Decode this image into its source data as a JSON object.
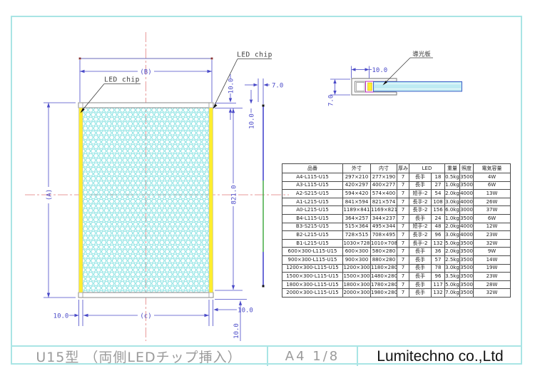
{
  "title_block": {
    "title": "U15型 （両側LEDチップ挿入）",
    "sheet": "A4 1/8",
    "company": "Lumitechno co.,Ltd"
  },
  "labels": {
    "led_chip_left": "LED chip",
    "led_chip_right": "LED chip",
    "light_guide_plate": "導光板"
  },
  "dims": {
    "b_label": "(B)",
    "a_label": "(A)",
    "c_label": "(c)",
    "inner_height": "821.0",
    "top_margin": "10.0",
    "side_margin": "10.0",
    "bottom_left_margin": "10.0",
    "bottom_right_margin": "10.0",
    "bottom_right_vertical": "10.0",
    "panel_thickness": "7.0",
    "detail_width": "10.0",
    "detail_thickness": "7.0"
  },
  "table": {
    "headers": [
      "品番",
      "外寸",
      "内寸",
      "厚み",
      "LED",
      "重量",
      "照度",
      "電気容量"
    ],
    "rows": [
      [
        "A4-L115-U15",
        "297×210",
        "277×190",
        "7",
        "長手",
        "18",
        "0.5kg",
        "3500",
        "4W"
      ],
      [
        "A3-L115-U15",
        "420×297",
        "400×277",
        "7",
        "長手",
        "27",
        "1.0kg",
        "3500",
        "6W"
      ],
      [
        "A2-S215-U15",
        "594×420",
        "574×400",
        "7",
        "短手-2",
        "54",
        "2.0kg",
        "4000",
        "13W"
      ],
      [
        "A1-L215-U15",
        "841×594",
        "821×574",
        "7",
        "長手-2",
        "108",
        "3.0kg",
        "4000",
        "26W"
      ],
      [
        "A0-L215-U15",
        "1189×841",
        "1169×821",
        "7",
        "長手-2",
        "156",
        "6.0kg",
        "3000",
        "37W"
      ],
      [
        "B4-L115-U15",
        "364×257",
        "344×237",
        "7",
        "長手",
        "24",
        "1.0kg",
        "3500",
        "6W"
      ],
      [
        "B3-S215-U15",
        "515×364",
        "495×344",
        "7",
        "短手-2",
        "48",
        "2.0kg",
        "4000",
        "12W"
      ],
      [
        "B2-L215-U15",
        "728×515",
        "708×495",
        "7",
        "長手-2",
        "96",
        "3.0kg",
        "4000",
        "23W"
      ],
      [
        "B1-L215-U15",
        "1030×728",
        "1010×708",
        "7",
        "長手-2",
        "132",
        "5.0kg",
        "3500",
        "32W"
      ],
      [
        "600×300-L115-U15",
        "600×300",
        "580×280",
        "7",
        "長手",
        "36",
        "2.0kg",
        "3500",
        "9W"
      ],
      [
        "900×300-L115-U15",
        "900×300",
        "880×280",
        "7",
        "長手",
        "57",
        "2.5kg",
        "3500",
        "14W"
      ],
      [
        "1200×300-L115-U15",
        "1200×300",
        "1180×280",
        "7",
        "長手",
        "78",
        "3.0kg",
        "3500",
        "19W"
      ],
      [
        "1500×300-L115-U15",
        "1500×300",
        "1480×280",
        "7",
        "長手",
        "96",
        "3.5kg",
        "3500",
        "23W"
      ],
      [
        "1800×300-L115-U15",
        "1800×300",
        "1780×280",
        "7",
        "長手",
        "117",
        "5.0kg",
        "3500",
        "28W"
      ],
      [
        "2000×300-L115-U15",
        "2000×300",
        "1980×280",
        "7",
        "長手",
        "132",
        "7.0kg",
        "3500",
        "32W"
      ]
    ]
  },
  "colors": {
    "frame_cyan": "#a9e5e5",
    "dimension_blue": "#4a4ac8",
    "centerline_pink": "#e89a9a",
    "hex_cyan": "#73dddd",
    "led_yellow": "#ffee2e",
    "magenta": "#bb22bb",
    "section_green": "#44aa44",
    "section_navy": "#3a3acb"
  }
}
